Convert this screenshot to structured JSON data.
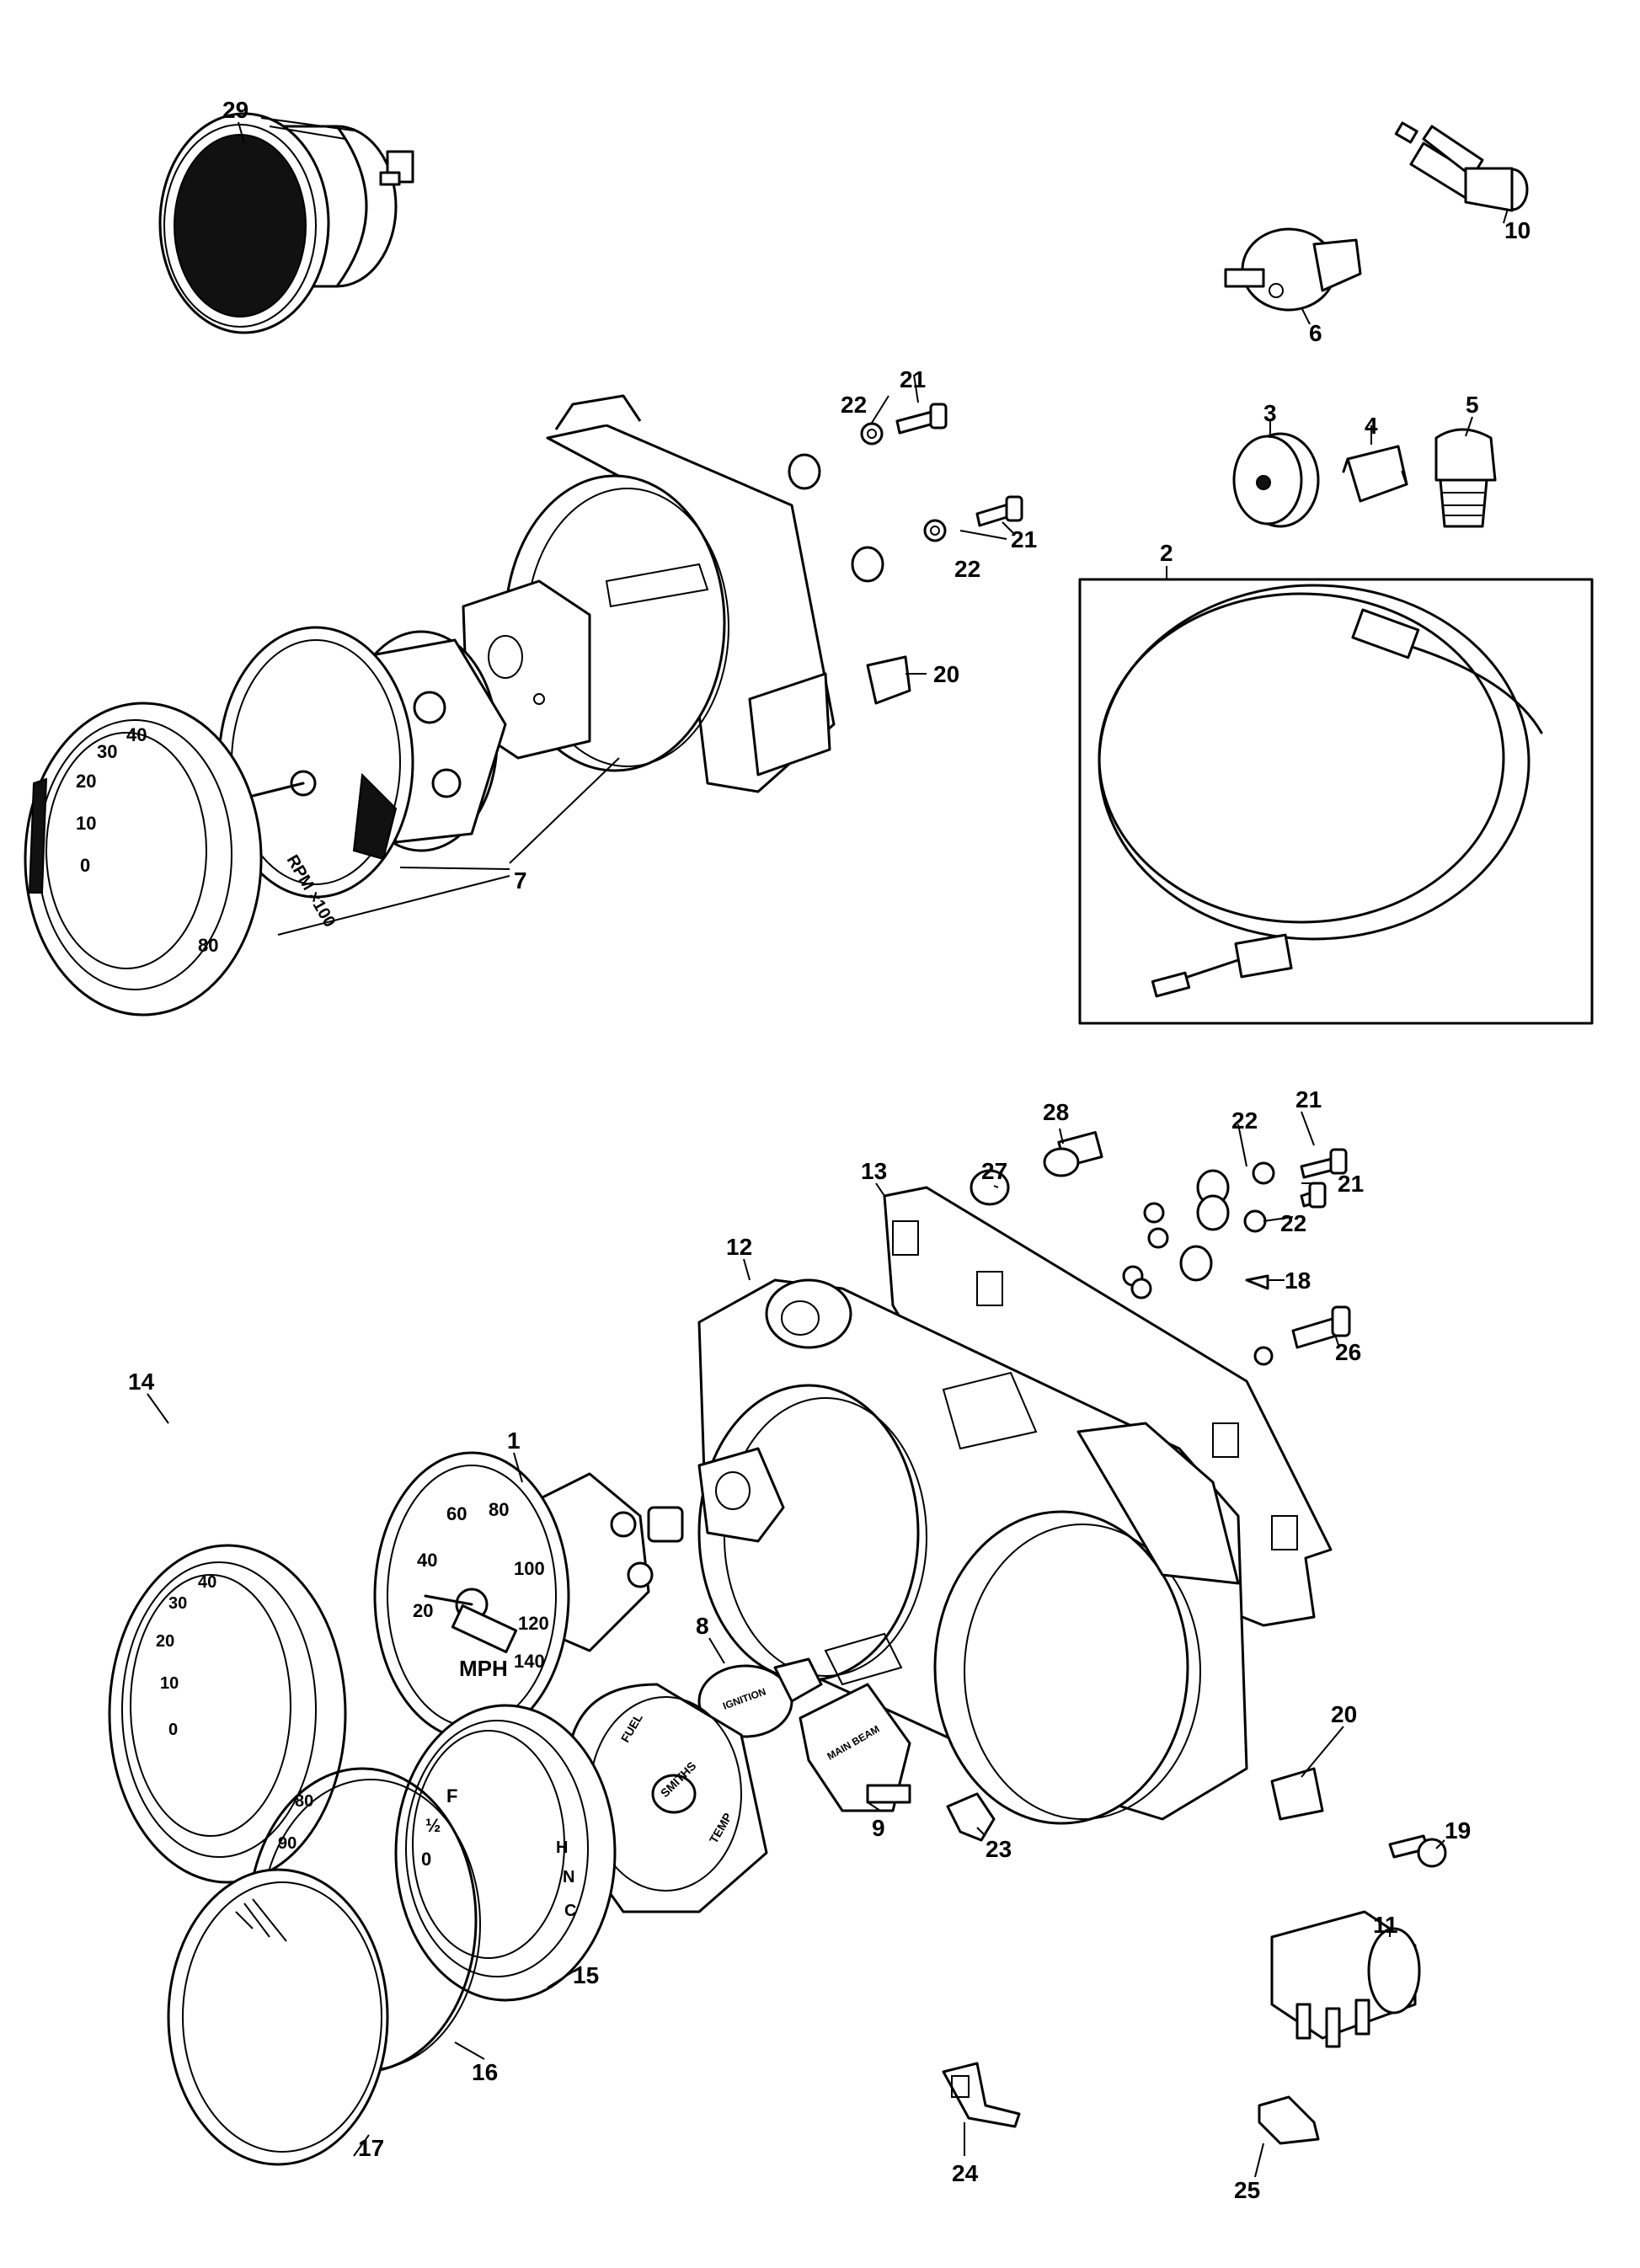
{
  "parts": [
    {
      "ref": "1"
    },
    {
      "ref": "2"
    },
    {
      "ref": "3"
    },
    {
      "ref": "4"
    },
    {
      "ref": "5"
    },
    {
      "ref": "6"
    },
    {
      "ref": "7"
    },
    {
      "ref": "8"
    },
    {
      "ref": "9"
    },
    {
      "ref": "10"
    },
    {
      "ref": "11"
    },
    {
      "ref": "12"
    },
    {
      "ref": "13"
    },
    {
      "ref": "14"
    },
    {
      "ref": "15"
    },
    {
      "ref": "16"
    },
    {
      "ref": "17"
    },
    {
      "ref": "18"
    },
    {
      "ref": "19"
    },
    {
      "ref": "20"
    },
    {
      "ref": "21"
    },
    {
      "ref": "22"
    },
    {
      "ref": "23"
    },
    {
      "ref": "24"
    },
    {
      "ref": "25"
    },
    {
      "ref": "26"
    },
    {
      "ref": "27"
    },
    {
      "ref": "28"
    },
    {
      "ref": "29"
    }
  ],
  "tachometer_dial": {
    "unit": "RPM ×100",
    "scale": [
      "0",
      "10",
      "20",
      "30",
      "40"
    ],
    "bezel_scale": [
      "0",
      "10",
      "20",
      "30",
      "40",
      "80"
    ]
  },
  "speedometer_dial": {
    "unit": "MPH",
    "scale": [
      "20",
      "40",
      "60",
      "80",
      "100",
      "120",
      "140"
    ],
    "bezel_scale": [
      "0",
      "10",
      "20",
      "30",
      "40",
      "80",
      "90"
    ]
  },
  "fuel_temp_gauge": {
    "fuel_marks": [
      "F",
      "½",
      "0"
    ],
    "temp_marks": [
      "H",
      "N",
      "C"
    ],
    "face_labels": [
      "FUEL",
      "SMITHS",
      "TEMP"
    ]
  },
  "warning_lights": {
    "upper": "IGNITION",
    "lower": "MAIN BEAM"
  },
  "extra_labels": {
    "duplicate_21": "21",
    "duplicate_22": "22",
    "duplicate_20": "20"
  }
}
